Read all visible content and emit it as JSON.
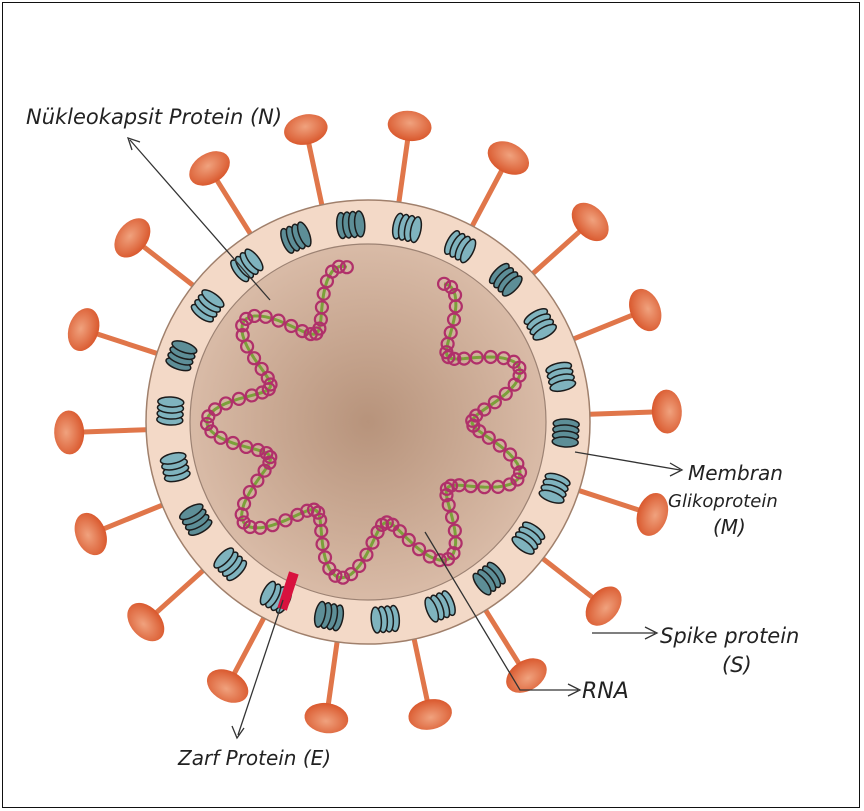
{
  "diagram": {
    "labels": {
      "nucleocapsid": "Nükleokapsit Protein (N)",
      "membrane_line1": "Membran",
      "membrane_line2": "Glikoprotein",
      "membrane_line3": "(M)",
      "spike_line1": "Spike protein",
      "spike_line2": "(S)",
      "rna": "RNA",
      "envelope": "Zarf Protein (E)"
    },
    "colors": {
      "spike": "#e0764a",
      "envelope_ring": "#f1d6c4",
      "core": "#c9a58e",
      "membrane_protein": "#7fb3be",
      "rna_strand": "#b0306a",
      "rna_inner": "#7ba03a",
      "envelope_protein": "#d8123e"
    }
  }
}
